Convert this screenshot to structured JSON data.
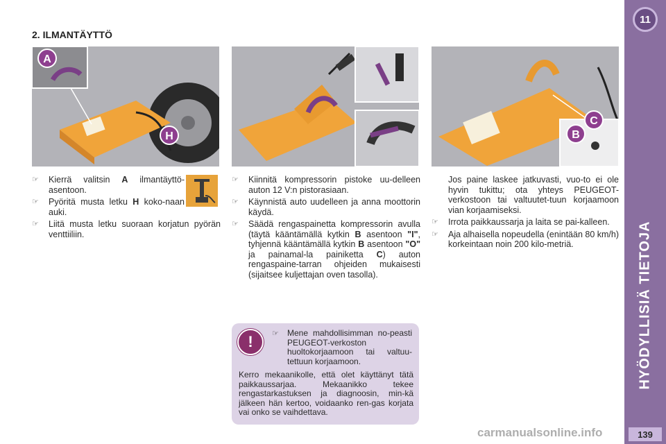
{
  "side_tab": {
    "chapter_number": "11",
    "vertical_title": "HYÖDYLLISIÄ TIETOJA",
    "page_number": "139"
  },
  "section_title": "2. ILMANTÄYTTÖ",
  "callouts": {
    "a": "A",
    "h": "H",
    "b": "B",
    "c": "C"
  },
  "column1": {
    "bullets": [
      {
        "parts": [
          "Kierrä valitsin ",
          "A",
          " ilmantäyttö-asentoon."
        ]
      },
      {
        "parts": [
          "Pyöritä musta letku ",
          "H",
          " koko-naan auki."
        ]
      },
      {
        "text": "Liitä musta letku suoraan korjatun pyörän venttiiliin."
      }
    ]
  },
  "column2": {
    "bullet1": "Kiinnitä kompressorin pistoke uu-delleen auton 12 V:n pistorasiaan.",
    "bullet2": "Käynnistä auto uudelleen ja anna moottorin käydä.",
    "bullet3": {
      "t1": "Säädä rengaspainetta kompressorin avulla (täytä kääntämällä kytkin ",
      "b1": "B",
      "t2": " asentoon ",
      "b2": "\"I\"",
      "t3": ", tyhjennä kääntämällä kytkin ",
      "b3": "B",
      "t4": " asentoon ",
      "b4": "\"O\"",
      "t5": " ja painamal-la painiketta ",
      "b5": "C",
      "t6": ") auton rengaspaine-tarran ohjeiden mukaisesti (sijaitsee kuljettajan oven tasolla)."
    }
  },
  "column3": {
    "intro": "Jos paine laskee jatkuvasti, vuo-to ei ole hyvin tukittu; ota yhteys PEUGEOT-verkostoon tai valtuutet-tuun korjaamoon vian korjaamiseksi.",
    "bullet1": "Irrota paikkaussarja ja laita se pai-kalleen.",
    "bullet2": "Aja alhaisella nopeudella (enintään 80 km/h) korkeintaan noin 200 kilo-metriä."
  },
  "notice": {
    "icon_symbol": "!",
    "bullet": "Mene mahdollisimman no-peasti PEUGEOT-verkoston huoltokorjaamoon tai valtuu-tettuun korjaamoon.",
    "body": "Kerro mekaanikolle, että olet käyttänyt tätä paikkaussarjaa. Mekaanikko tekee rengastarkastuksen ja diagnoosin, min-kä jälkeen hän kertoo, voidaanko ren-gas korjata vai onko se vaihdettava."
  },
  "watermark": "carmanualsonline.info",
  "icons": {
    "bullet": "pointing-hand-icon",
    "pump": "tire-pump-icon",
    "warning": "exclamation-warning-icon"
  },
  "colors": {
    "side_tab": "#8a6fa0",
    "notice_bg": "#ddd3e6",
    "kit_orange": "#f0a43a",
    "callout_purple": "#8e3f8f",
    "arrow_purple": "#7a3f86"
  }
}
